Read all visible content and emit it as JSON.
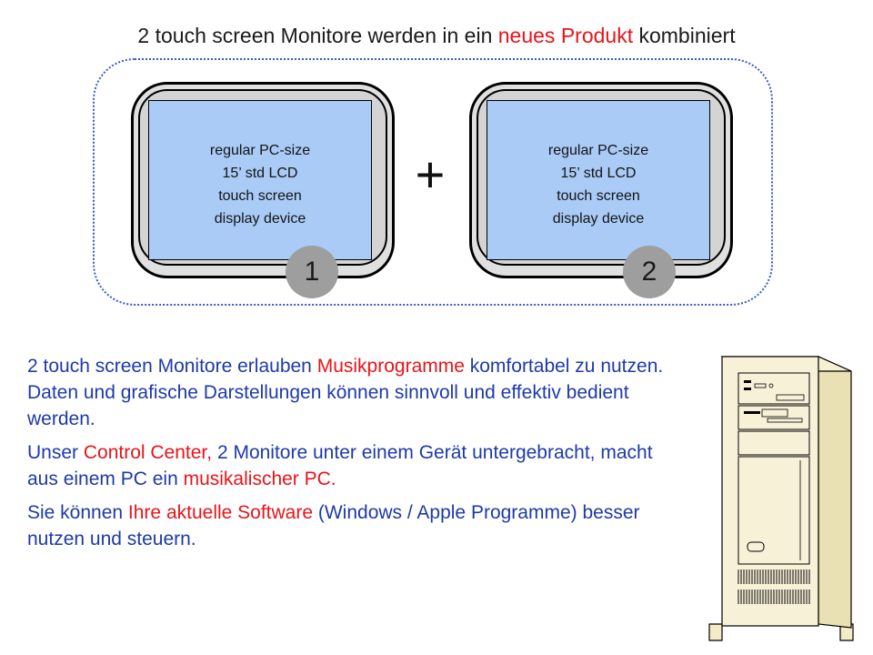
{
  "title": {
    "part1": "2 touch screen Monitore werden in ein ",
    "highlight": "neues Produkt",
    "part2": " kombiniert"
  },
  "monitors": [
    {
      "screen_lines": [
        "regular PC-size",
        "15’ std LCD",
        "touch screen",
        "display device"
      ],
      "badge": "1"
    },
    {
      "screen_lines": [
        "regular PC-size",
        "15’ std LCD",
        "touch screen",
        "display device"
      ],
      "badge": "2"
    }
  ],
  "plus_sign": "+",
  "paragraphs": {
    "p1": {
      "a": "2 touch screen Monitore erlauben ",
      "b": "Musikprogramme",
      "c": " komfortabel zu nutzen. Daten und grafische Darstellungen können sinnvoll und effektiv bedient werden."
    },
    "p2": {
      "a": "Unser ",
      "b": "Control Center,",
      "c": " 2 Monitore unter einem Gerät untergebracht, macht aus einem PC ein ",
      "d": "musikalischer PC."
    },
    "p3": {
      "a": "Sie können ",
      "b": "Ihre aktuelle Software",
      "c": " (Windows / Apple Programme) besser nutzen und steuern."
    }
  },
  "colors": {
    "text_blue": "#1d3aa8",
    "highlight_red": "#e8141a",
    "screen_blue": "#a9cbf6",
    "frame_dotted": "#3a57c8",
    "badge_gray": "#9e9e9e"
  },
  "icons": [
    "plus-icon",
    "pc-tower-icon"
  ]
}
